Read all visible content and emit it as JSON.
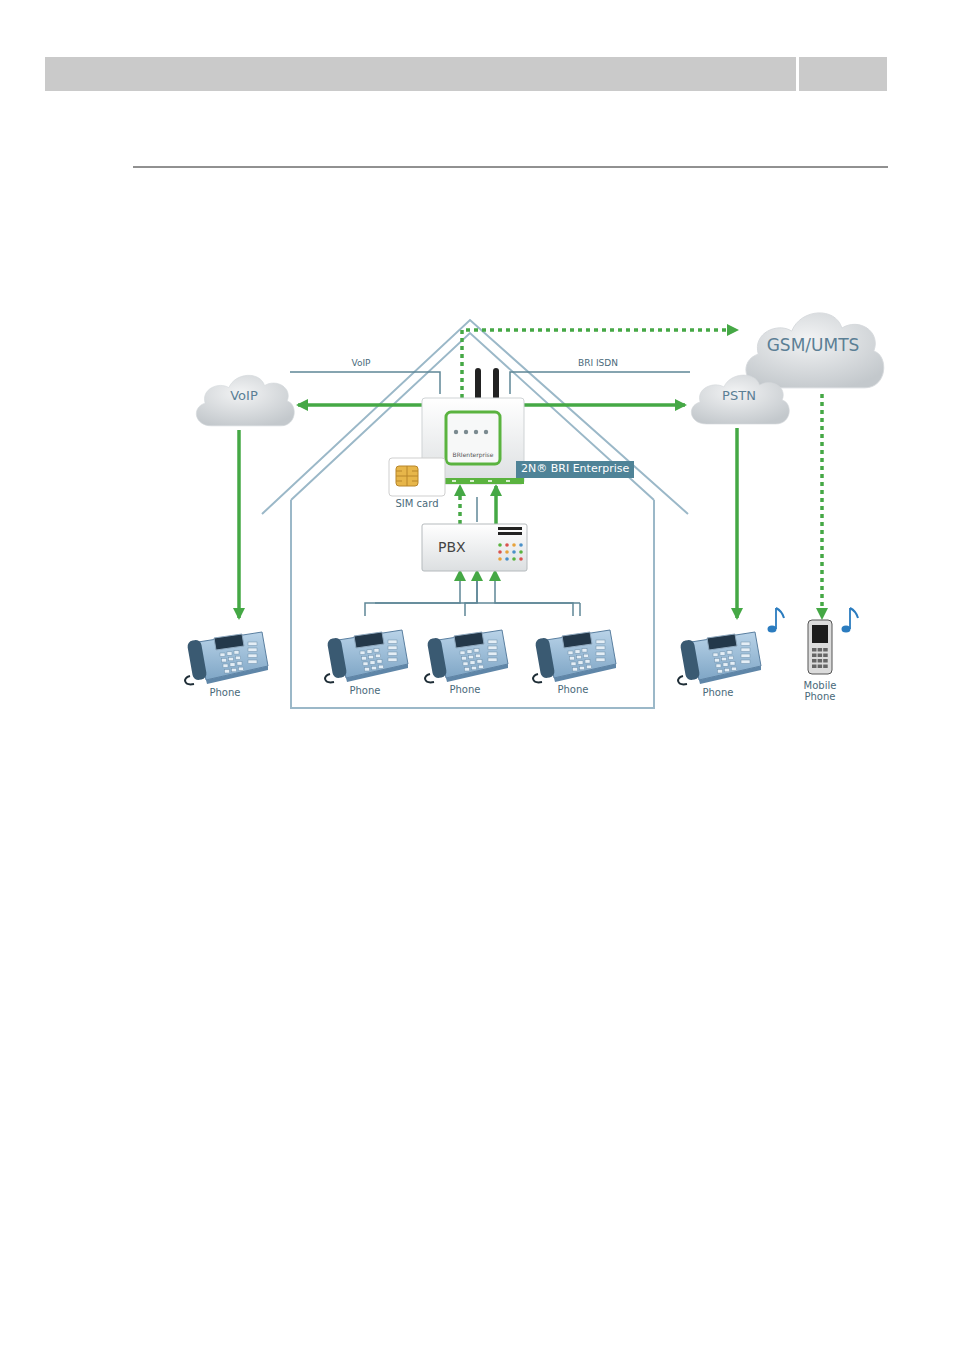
{
  "diagram": {
    "nodes": [
      {
        "text": [
          "VoIP"
        ]
      },
      {
        "text": [
          "GSM/UMTS"
        ]
      },
      {
        "text": [
          "PSTN"
        ]
      },
      {
        "text": [
          "BRIenterprise",
          "2N® BRI Enterprise"
        ]
      },
      {
        "text": [
          "SIM card"
        ]
      },
      {
        "text": [
          "PBX"
        ]
      },
      {
        "text": [
          "Phone"
        ]
      },
      {
        "text": [
          "Phone"
        ]
      },
      {
        "text": [
          "Phone"
        ]
      },
      {
        "text": [
          "Phone"
        ]
      },
      {
        "text": [
          "Phone"
        ]
      },
      {
        "text": [
          "Mobile Phone"
        ]
      }
    ],
    "edges": [
      {
        "from": 3,
        "to": 0,
        "arrow": "to"
      },
      {
        "from": 3,
        "to": 2,
        "arrow": "to"
      },
      {
        "from": 3,
        "to": 1,
        "arrow": "to"
      },
      {
        "from": 0,
        "to": 6,
        "arrow": "to"
      },
      {
        "from": 2,
        "to": 10,
        "arrow": "to"
      },
      {
        "from": 1,
        "to": 11,
        "arrow": "to"
      },
      {
        "from": 5,
        "to": 3,
        "arrow": "to"
      },
      {
        "from": 5,
        "to": 3,
        "arrow": "to"
      },
      {
        "from": 7,
        "to": 5,
        "arrow": "to"
      },
      {
        "from": 8,
        "to": 5,
        "arrow": "to"
      },
      {
        "from": 9,
        "to": 5,
        "arrow": "to"
      }
    ],
    "labels": [
      "VoIP",
      "BRI ISDN"
    ]
  }
}
